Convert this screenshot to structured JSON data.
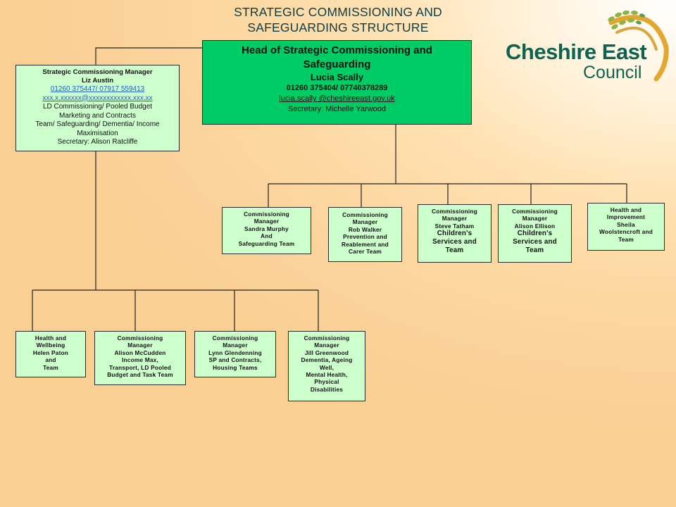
{
  "title": {
    "line1": "STRATEGIC COMMISSIONING AND",
    "line2": "SAFEGUARDING STRUCTURE"
  },
  "logo": {
    "icon": "wheat-sheaf-icon",
    "line1": "Cheshire East",
    "line2": "Council"
  },
  "head": {
    "title_line1": "Head of Strategic Commissioning and",
    "title_line2": "Safeguarding",
    "name": "Lucia Scally",
    "phone": "01260 375404/ 07740378289",
    "email": "lucia.scally @cheshireeast.gov.uk",
    "secretary": "Secretary: Michelle Yarwood"
  },
  "scm": {
    "title": "Strategic Commissioning Manager",
    "name": "Liz Austin",
    "phone": "01260 375447/ 07917 559413",
    "email": "xxx.x.xxxxxx@xxxxxxxxxxxx.xxx.xx",
    "duty1": "LD Commissioning/ Pooled Budget",
    "duty2": "Marketing and Contracts",
    "duty3": "Team/ Safeguarding/ Dementia/ Income",
    "duty4": "Maximisation",
    "secretary": "Secretary: Alison Ratcliffe"
  },
  "right_boxes": [
    {
      "lines": [
        "Commissioning",
        "Manager",
        "Sandra Murphy",
        "And",
        "Safeguarding Team"
      ]
    },
    {
      "lines": [
        "Commissioning",
        "Manager",
        "Rob Walker",
        "Prevention and",
        "Reablement and",
        "Carer Team"
      ]
    },
    {
      "lines": [
        "Commissioning",
        "Manager",
        "Steve Tatham"
      ],
      "big": [
        "Children's",
        "Services and",
        "Team"
      ]
    },
    {
      "lines": [
        "Commissioning",
        "Manager",
        "Alison Ellison"
      ],
      "big": [
        "Children's",
        "Services and",
        "Team"
      ]
    },
    {
      "lines": [
        "Health and",
        "Improvement",
        "Sheila",
        "Woolstencroft and",
        "Team"
      ]
    }
  ],
  "bottom_boxes": [
    {
      "lines": [
        "Health and",
        "Wellbeing",
        "Helen Paton",
        "and",
        "Team"
      ]
    },
    {
      "lines": [
        "Commissioning",
        "Manager",
        "Alison McCudden",
        "Income Max,",
        "Transport, LD Pooled",
        "Budget and Task Team"
      ]
    },
    {
      "lines": [
        "Commissioning",
        "Manager",
        "Lynn Glendenning",
        "SP and Contracts,",
        "Housing Teams"
      ]
    },
    {
      "lines": [
        "Commissioning",
        "Manager",
        "Jill Greenwood",
        "Dementia, Ageing",
        "Well,",
        "Mental Health,",
        "Physical",
        "Disabilities"
      ]
    }
  ]
}
